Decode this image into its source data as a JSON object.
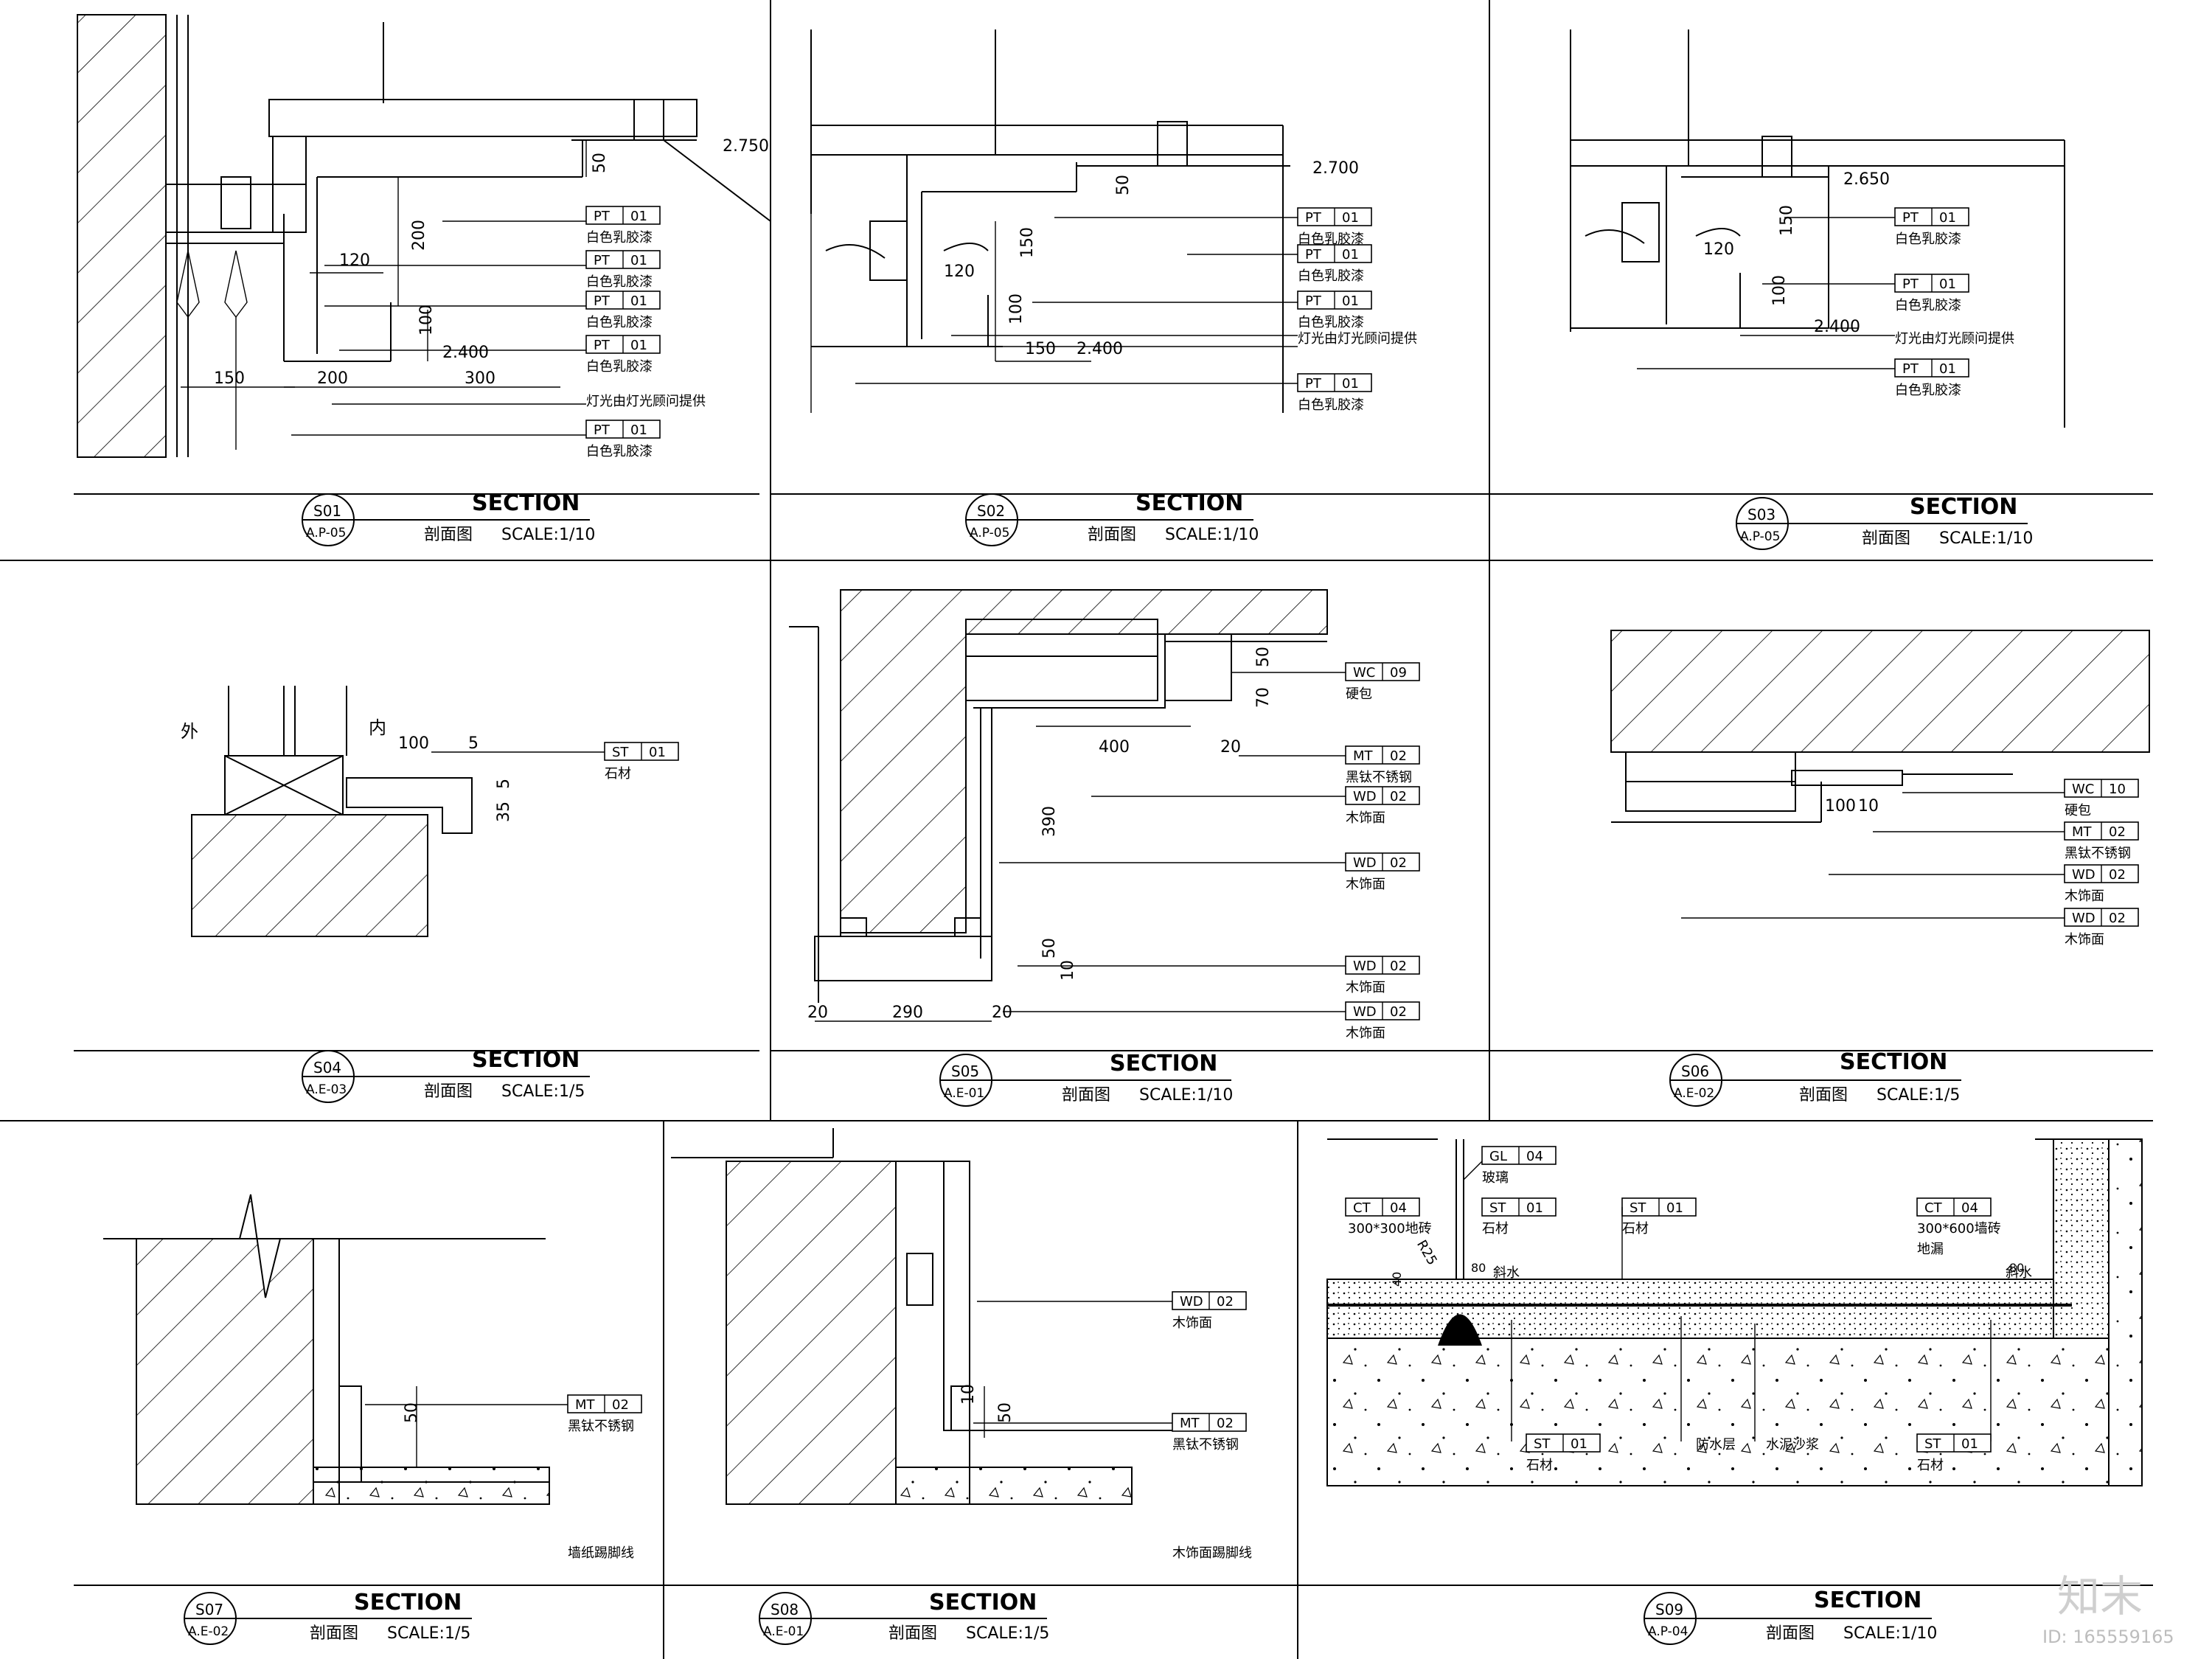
{
  "sheet": {
    "watermark_logo": "知末",
    "watermark_id": "ID: 165559165"
  },
  "sections": [
    {
      "id": "S01",
      "ref": "A.P-05",
      "title_en": "SECTION",
      "title_cn": "剖面图",
      "scale": "SCALE:1/10",
      "levels": [
        "2.750",
        "2.400"
      ],
      "dims": [
        "50",
        "200",
        "120",
        "100",
        "150",
        "200",
        "300"
      ],
      "tags": [
        {
          "code": "PT",
          "num": "01",
          "note": "白色乳胶漆"
        },
        {
          "code": "PT",
          "num": "01",
          "note": "白色乳胶漆"
        },
        {
          "code": "PT",
          "num": "01",
          "note": "白色乳胶漆"
        },
        {
          "code": "PT",
          "num": "01",
          "note": "白色乳胶漆"
        },
        {
          "code": "PT",
          "num": "01",
          "note": "白色乳胶漆"
        }
      ],
      "extra_note": "灯光由灯光顾问提供"
    },
    {
      "id": "S02",
      "ref": "A.P-05",
      "title_en": "SECTION",
      "title_cn": "剖面图",
      "scale": "SCALE:1/10",
      "levels": [
        "2.700",
        "2.400"
      ],
      "dims": [
        "50",
        "120",
        "150",
        "100",
        "150"
      ],
      "tags": [
        {
          "code": "PT",
          "num": "01",
          "note": "白色乳胶漆"
        },
        {
          "code": "PT",
          "num": "01",
          "note": "白色乳胶漆"
        },
        {
          "code": "PT",
          "num": "01",
          "note": "白色乳胶漆"
        },
        {
          "code": "PT",
          "num": "01",
          "note": "白色乳胶漆"
        }
      ],
      "extra_note": "灯光由灯光顾问提供"
    },
    {
      "id": "S03",
      "ref": "A.P-05",
      "title_en": "SECTION",
      "title_cn": "剖面图",
      "scale": "SCALE:1/10",
      "levels": [
        "2.650",
        "2.400"
      ],
      "dims": [
        "150",
        "120",
        "100"
      ],
      "tags": [
        {
          "code": "PT",
          "num": "01",
          "note": "白色乳胶漆"
        },
        {
          "code": "PT",
          "num": "01",
          "note": "白色乳胶漆"
        },
        {
          "code": "PT",
          "num": "01",
          "note": "白色乳胶漆"
        }
      ],
      "extra_note": "灯光由灯光顾问提供"
    },
    {
      "id": "S04",
      "ref": "A.E-03",
      "title_en": "SECTION",
      "title_cn": "剖面图",
      "scale": "SCALE:1/5",
      "labels": [
        "外",
        "内"
      ],
      "dims": [
        "100",
        "5",
        "35",
        "5"
      ],
      "tags": [
        {
          "code": "ST",
          "num": "01",
          "note": "石材"
        }
      ]
    },
    {
      "id": "S05",
      "ref": "A.E-01",
      "title_en": "SECTION",
      "title_cn": "剖面图",
      "scale": "SCALE:1/10",
      "dims": [
        "50",
        "70",
        "20",
        "400",
        "390",
        "50",
        "10",
        "20",
        "290",
        "20"
      ],
      "tags": [
        {
          "code": "WC",
          "num": "09",
          "note": "硬包"
        },
        {
          "code": "MT",
          "num": "02",
          "note": "黑钛不锈钢"
        },
        {
          "code": "WD",
          "num": "02",
          "note": "木饰面"
        },
        {
          "code": "WD",
          "num": "02",
          "note": "木饰面"
        },
        {
          "code": "WD",
          "num": "02",
          "note": "木饰面"
        },
        {
          "code": "WD",
          "num": "02",
          "note": "木饰面"
        }
      ]
    },
    {
      "id": "S06",
      "ref": "A.E-02",
      "title_en": "SECTION",
      "title_cn": "剖面图",
      "scale": "SCALE:1/5",
      "dims": [
        "100",
        "10"
      ],
      "tags": [
        {
          "code": "WC",
          "num": "10",
          "note": "硬包"
        },
        {
          "code": "MT",
          "num": "02",
          "note": "黑钛不锈钢"
        },
        {
          "code": "WD",
          "num": "02",
          "note": "木饰面"
        },
        {
          "code": "WD",
          "num": "02",
          "note": "木饰面"
        }
      ]
    },
    {
      "id": "S07",
      "ref": "A.E-02",
      "title_en": "SECTION",
      "title_cn": "剖面图",
      "scale": "SCALE:1/5",
      "dims": [
        "50"
      ],
      "tags": [
        {
          "code": "MT",
          "num": "02",
          "note": "黑钛不锈钢"
        }
      ],
      "extra_note": "墙纸踢脚线"
    },
    {
      "id": "S08",
      "ref": "A.E-01",
      "title_en": "SECTION",
      "title_cn": "剖面图",
      "scale": "SCALE:1/5",
      "dims": [
        "10",
        "50"
      ],
      "tags": [
        {
          "code": "WD",
          "num": "02",
          "note": "木饰面"
        },
        {
          "code": "MT",
          "num": "02",
          "note": "黑钛不锈钢"
        }
      ],
      "extra_note": "木饰面踢脚线"
    },
    {
      "id": "S09",
      "ref": "A.P-04",
      "title_en": "SECTION",
      "title_cn": "剖面图",
      "scale": "SCALE:1/10",
      "dims": [
        "40",
        "80",
        "80",
        "R25"
      ],
      "tags_top": [
        {
          "code": "GL",
          "num": "04",
          "note": "玻璃"
        },
        {
          "code": "CT",
          "num": "04",
          "note": "300*300地砖"
        },
        {
          "code": "ST",
          "num": "01",
          "note": "石材"
        },
        {
          "code": "ST",
          "num": "01",
          "note": "石材"
        },
        {
          "code": "CT",
          "num": "04",
          "note": "300*600墙砖"
        }
      ],
      "tags_bottom": [
        {
          "code": "ST",
          "num": "01",
          "note": "石材"
        },
        {
          "code": "ST",
          "num": "01",
          "note": "石材"
        }
      ],
      "notes": [
        "斜水",
        "斜水",
        "地漏",
        "防水层",
        "水泥沙浆"
      ]
    }
  ]
}
